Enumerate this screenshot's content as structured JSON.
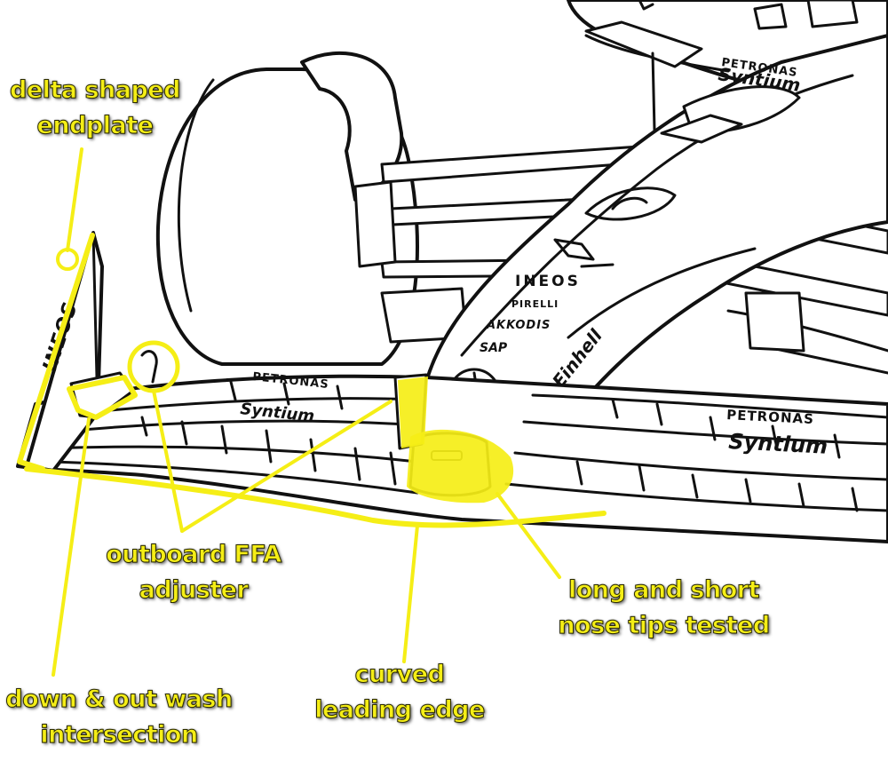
{
  "colors": {
    "highlight": "#f5ee16",
    "ink": "#111111",
    "background": "#ffffff"
  },
  "callouts": [
    {
      "id": "delta-endplate",
      "lines": [
        "delta shaped",
        "endplate"
      ]
    },
    {
      "id": "ffa-adjuster",
      "lines": [
        "outboard FFA",
        "adjuster"
      ]
    },
    {
      "id": "nose-tips",
      "lines": [
        "long and short",
        "nose tips tested"
      ]
    },
    {
      "id": "wash-intersection",
      "lines": [
        "down & out wash",
        "intersection"
      ]
    },
    {
      "id": "leading-edge",
      "lines": [
        "curved",
        "leading edge"
      ]
    }
  ],
  "livery": {
    "petronas_top": "PETRONAS",
    "syntium_top": "Syntium",
    "ineos_endplate": "INEOS",
    "petronas_wing_left": "PETRONAS",
    "syntium_wing_left": "Syntium",
    "ineos_nose": "INEOS",
    "pirelli": "PIRELLI",
    "akkodis": "AKKODIS",
    "sap": "SAP",
    "einhell": "Einhell",
    "petronas_wing_right": "PETRONAS",
    "syntium_wing_right": "Syntium"
  }
}
